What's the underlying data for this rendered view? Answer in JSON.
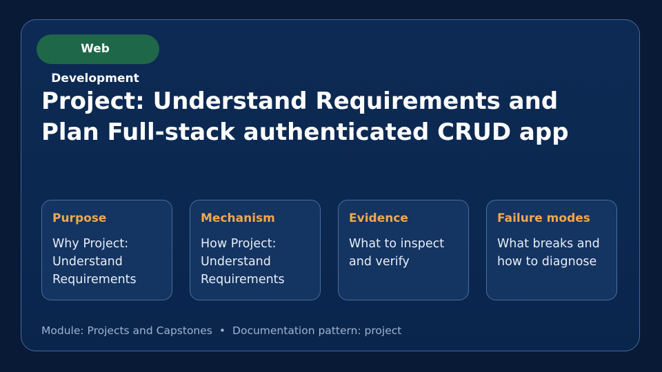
{
  "badge": "Web Development",
  "title": "Project: Understand Requirements and Plan Full-stack authenticated CRUD app",
  "tiles": [
    {
      "heading": "Purpose",
      "body": "Why Project: Understand Requirements"
    },
    {
      "heading": "Mechanism",
      "body": "How Project: Understand Requirements"
    },
    {
      "heading": "Evidence",
      "body": "What to inspect and verify"
    },
    {
      "heading": "Failure modes",
      "body": "What breaks and how to diagnose"
    }
  ],
  "footer": {
    "module": "Module: Projects and Capstones",
    "separator": "•",
    "pattern": "Documentation pattern: project"
  },
  "colors": {
    "background": "#081a36",
    "card": "#0c2a54",
    "badge": "#1e6749",
    "accent": "#f0a84c",
    "footer_text": "#9fb3d1"
  }
}
